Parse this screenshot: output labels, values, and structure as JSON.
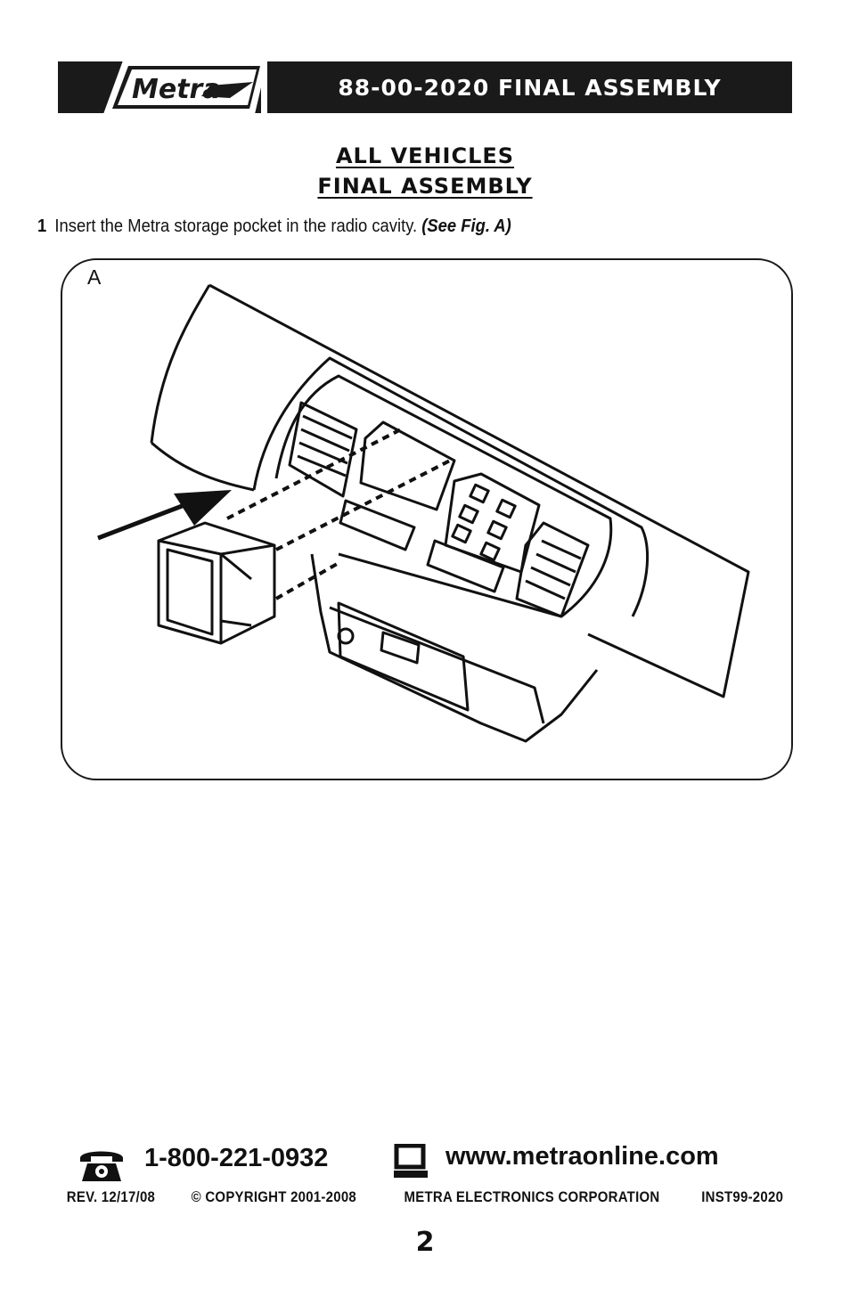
{
  "header": {
    "logo_text": "Metra",
    "title": "88-00-2020 FINAL ASSEMBLY"
  },
  "section": {
    "title_line1": "ALL VEHICLES",
    "title_line2": "FINAL ASSEMBLY"
  },
  "steps": [
    {
      "number": "1",
      "text": "Insert the Metra storage pocket in the radio cavity.",
      "reference": "(See Fig. A)"
    }
  ],
  "figure": {
    "label": "A"
  },
  "contact": {
    "phone_icon": "phone-icon",
    "phone": "1-800-221-0932",
    "web_icon": "computer-icon",
    "website": "www.metraonline.com"
  },
  "footer": {
    "revision": "REV. 12/17/08",
    "copyright": "© COPYRIGHT 2001-2008",
    "company": "METRA ELECTRONICS CORPORATION",
    "doc_id": "INST99-2020"
  },
  "page_number": "2"
}
